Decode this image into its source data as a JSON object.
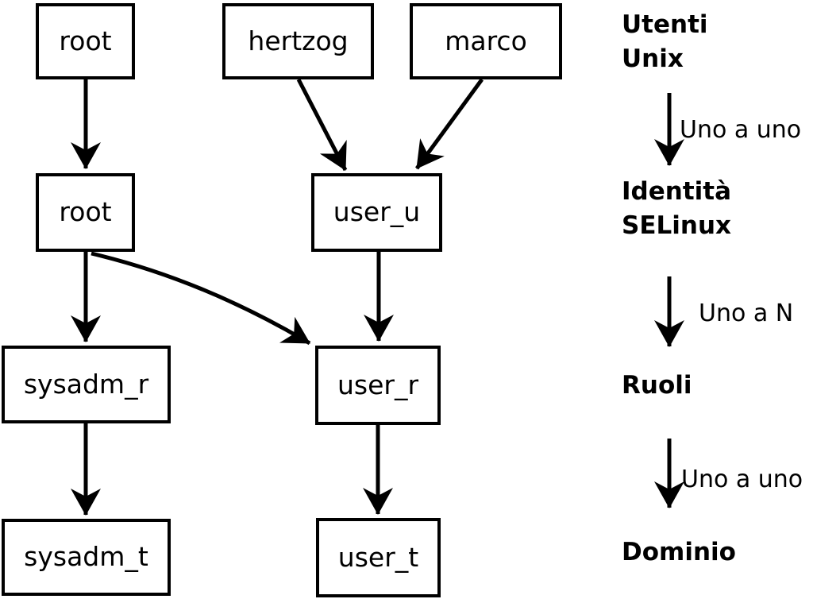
{
  "colors": {
    "foreground": "#000000",
    "background": "#ffffff"
  },
  "nodes": {
    "root_unix": {
      "label": "root"
    },
    "hertzog": {
      "label": "hertzog"
    },
    "marco": {
      "label": "marco"
    },
    "root_selinux": {
      "label": "root"
    },
    "user_u": {
      "label": "user_u"
    },
    "sysadm_r": {
      "label": "sysadm_r"
    },
    "user_r": {
      "label": "user_r"
    },
    "sysadm_t": {
      "label": "sysadm_t"
    },
    "user_t": {
      "label": "user_t"
    }
  },
  "edges": [
    {
      "from": "root (Utenti Unix)",
      "to": "root (Identità SELinux)"
    },
    {
      "from": "hertzog",
      "to": "user_u"
    },
    {
      "from": "marco",
      "to": "user_u"
    },
    {
      "from": "root (Identità SELinux)",
      "to": "sysadm_r"
    },
    {
      "from": "root (Identità SELinux)",
      "to": "user_r"
    },
    {
      "from": "user_u",
      "to": "user_r"
    },
    {
      "from": "sysadm_r",
      "to": "sysadm_t"
    },
    {
      "from": "user_r",
      "to": "user_t"
    }
  ],
  "legend": {
    "levels": [
      {
        "lines": [
          "Utenti",
          "Unix"
        ]
      },
      {
        "lines": [
          "Identità",
          "SELinux"
        ]
      },
      {
        "lines": [
          "Ruoli"
        ]
      },
      {
        "lines": [
          "Dominio"
        ]
      }
    ],
    "arrows": [
      {
        "label": "Uno a uno"
      },
      {
        "label": "Uno a N"
      },
      {
        "label": "Uno a uno"
      }
    ]
  }
}
